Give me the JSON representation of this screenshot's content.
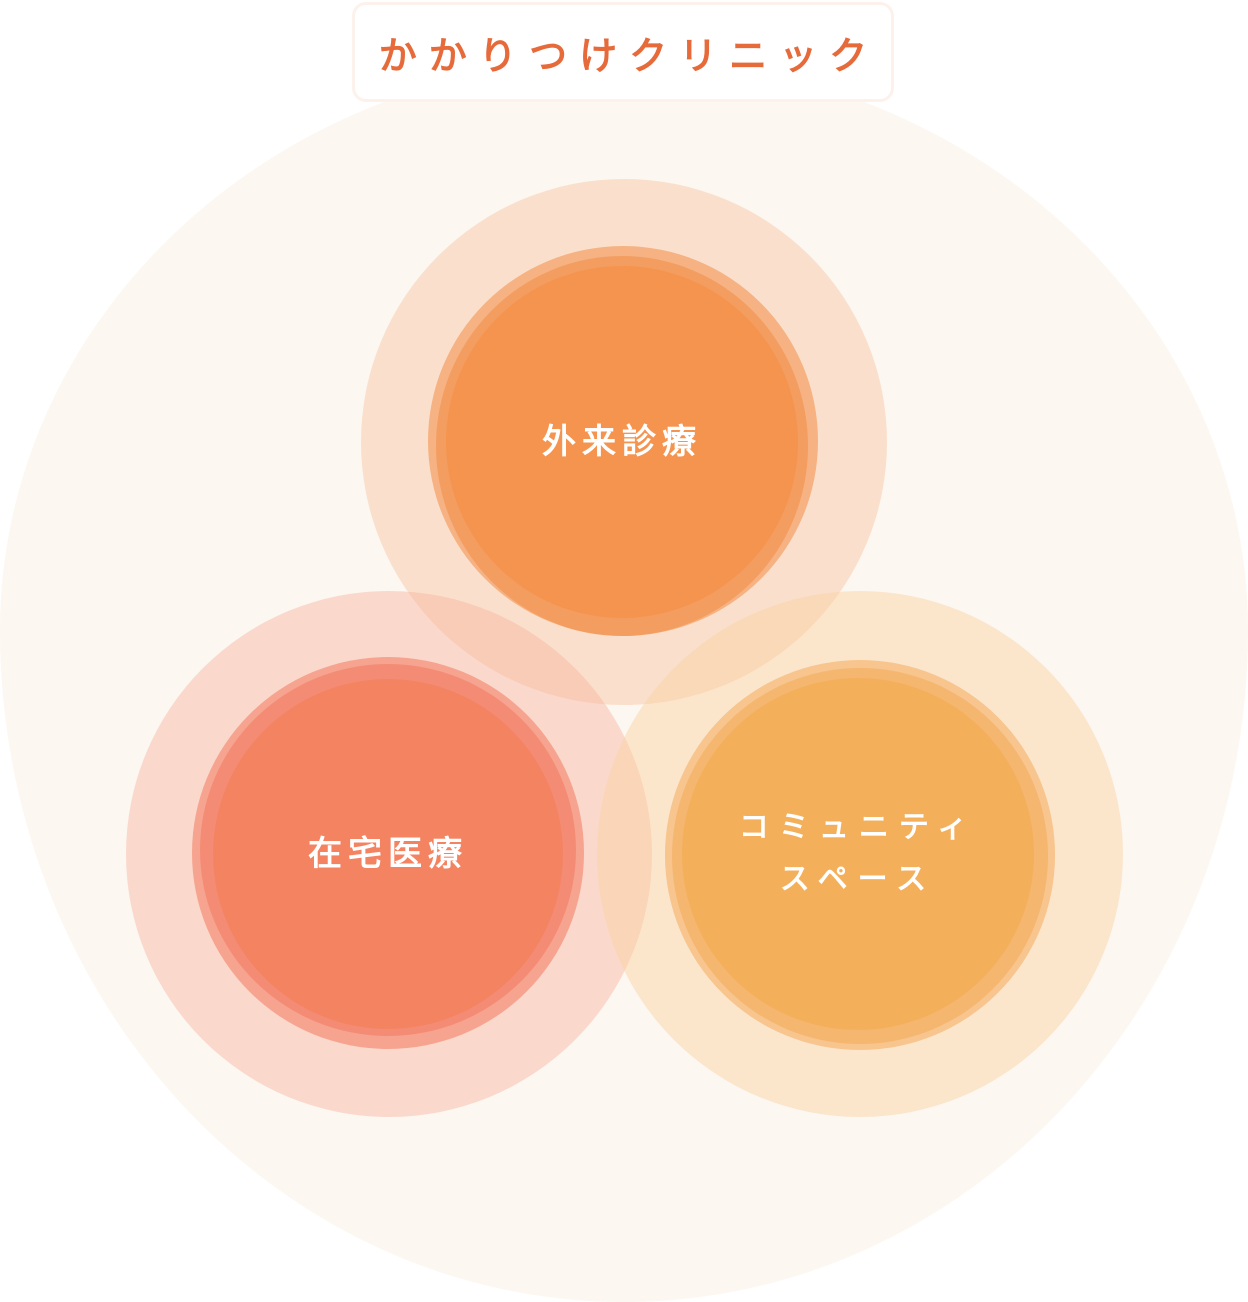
{
  "title": "かかりつけクリニック",
  "colors": {
    "background": "#ffffff",
    "egg": "#fcf7f1",
    "title_text": "#e66a3a",
    "title_border": "#fdf1ec",
    "label_text": "#ffffff"
  },
  "circles": [
    {
      "id": "outpatient",
      "label": "外来診療",
      "core_color": "#f5944e",
      "ring_color": "rgba(243,140,70,0.55)",
      "halo_color": "rgba(248,196,160,0.45)"
    },
    {
      "id": "home-care",
      "label": "在宅医療",
      "core_color": "#f48362",
      "ring_color": "rgba(242,120,95,0.55)",
      "halo_color": "rgba(248,180,160,0.45)"
    },
    {
      "id": "community-space",
      "label": "コミュニティ\nスペース",
      "core_color": "#f4af5b",
      "ring_color": "rgba(244,170,90,0.55)",
      "halo_color": "rgba(250,208,160,0.45)"
    }
  ]
}
